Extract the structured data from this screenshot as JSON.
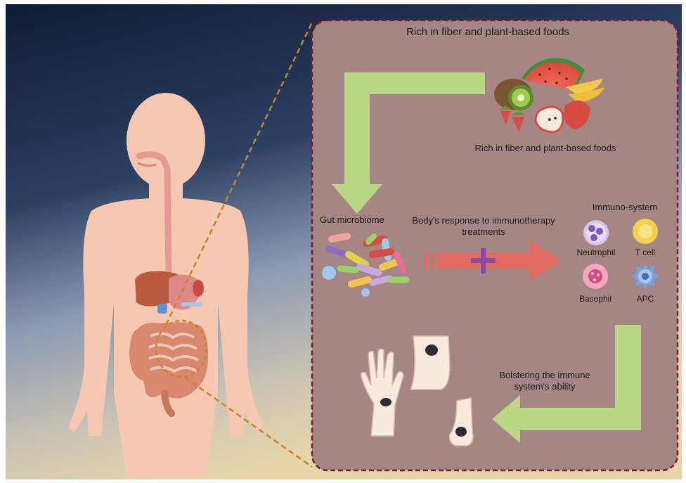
{
  "panel": {
    "title": "Rich in fiber and plant-based foods",
    "food_caption": "Rich in fiber and plant-based foods",
    "gut_label": "Gut microbiome",
    "response_line1": "Body's response to immunotherapy",
    "response_line2": "treatments",
    "immuno_title": "Immuno-system",
    "cells": [
      {
        "label": "Neutrophil",
        "color": "#b39ad6"
      },
      {
        "label": "T cell",
        "color": "#f2d24a"
      },
      {
        "label": "Basophil",
        "color": "#e46f9b"
      },
      {
        "label": "APC",
        "color": "#7aa2de"
      }
    ],
    "bolster_line1": "Bolstering the immune",
    "bolster_line2": "system's ability"
  },
  "colors": {
    "background_top": "#0f1c34",
    "background_bottom": "#e9d6a8",
    "panel_fill": "#a58684",
    "panel_border": "#7a1f33",
    "green_arrow": "#b9d785",
    "red_arrow": "#e06b61",
    "skin": "#f6c8b2",
    "zoom_line": "#c8842a"
  }
}
